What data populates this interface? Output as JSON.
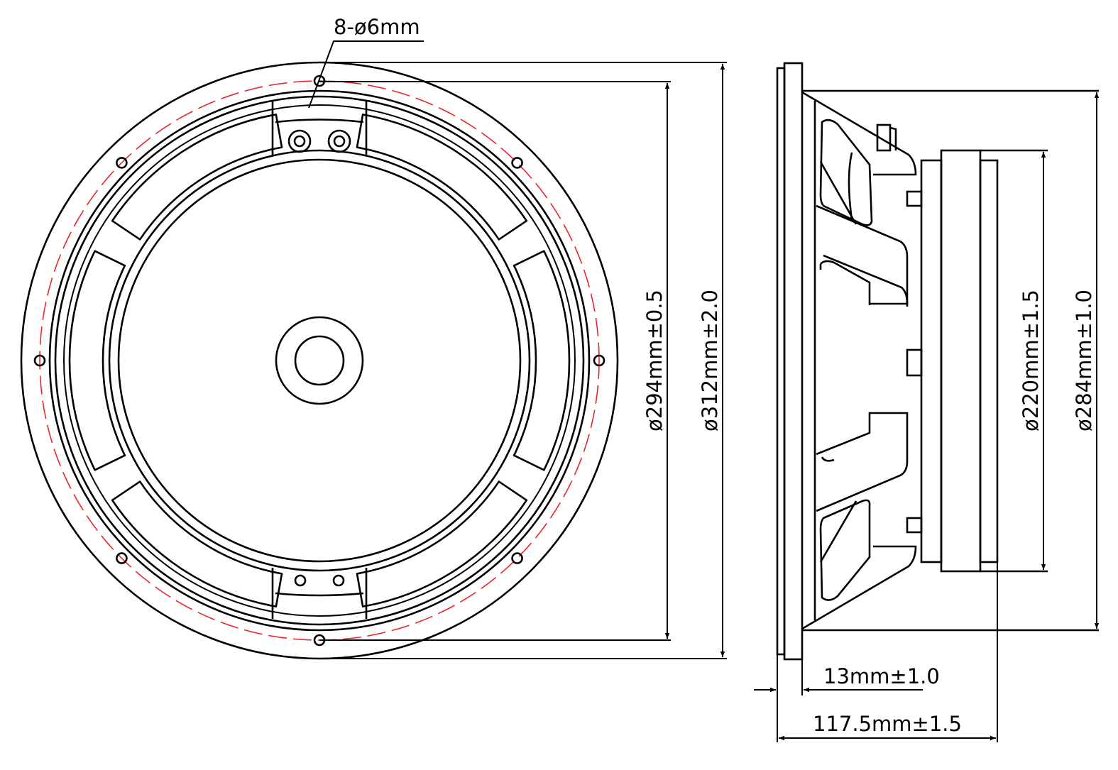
{
  "front_view": {
    "hole_callout": "8-ø6mm",
    "dim_mounting_circle": "ø294mm±0.5",
    "dim_outer_diameter": "ø312mm±2.0",
    "mounting_holes_count": 8,
    "basket_windows_count": 6
  },
  "side_view": {
    "dim_magnet": "ø220mm±1.5",
    "dim_cutout": "ø284mm±1.0",
    "dim_flange_thickness": "13mm±1.0",
    "dim_depth": "117.5mm±1.5"
  },
  "colors": {
    "line": "#000000",
    "centerline": "#e8262b"
  }
}
